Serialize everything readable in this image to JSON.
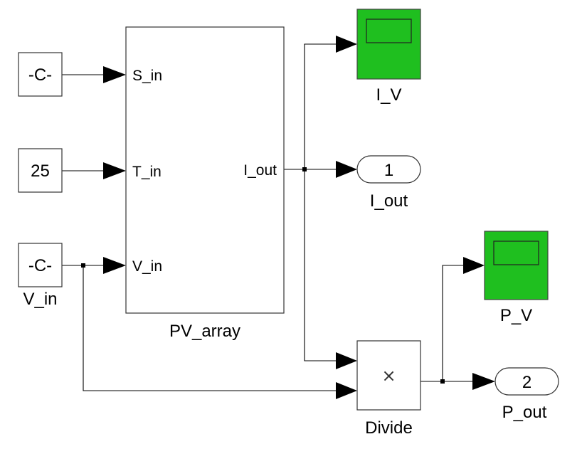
{
  "constants": {
    "s_in": "-C-",
    "t_in": "25",
    "v_in": "-C-",
    "v_in_name": "V_in"
  },
  "subsystem": {
    "name": "PV_array",
    "inputs": [
      "S_in",
      "T_in",
      "V_in"
    ],
    "output": "I_out"
  },
  "scopes": {
    "iv_name": "I_V",
    "pv_name": "P_V",
    "color": "#1fbf1f"
  },
  "outports": {
    "one_number": "1",
    "one_name": "I_out",
    "two_number": "2",
    "two_name": "P_out"
  },
  "divide": {
    "name": "Divide",
    "symbol": "×"
  }
}
